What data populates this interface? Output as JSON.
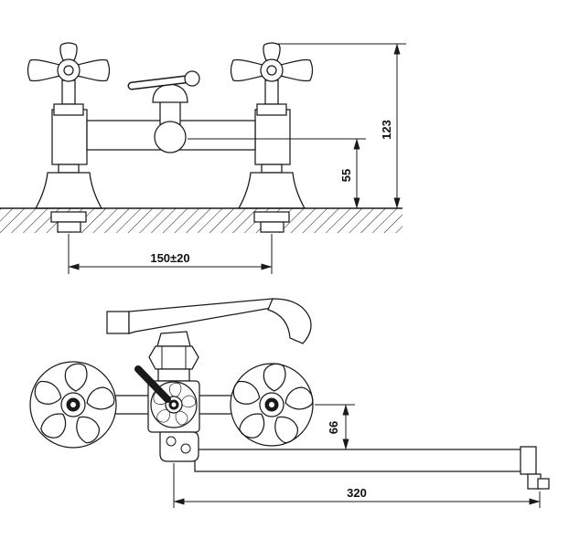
{
  "diagram": {
    "type": "technical dimension drawing",
    "subject": "wall-mounted two-handle bath mixer faucet, two views",
    "line_color": "#1a1a1a",
    "background_color": "#ffffff",
    "top_view": {
      "overall_height": "123",
      "body_center_height": "55",
      "inlet_spacing": "150±20"
    },
    "front_view": {
      "spout_drop": "66",
      "spout_reach": "320"
    }
  }
}
